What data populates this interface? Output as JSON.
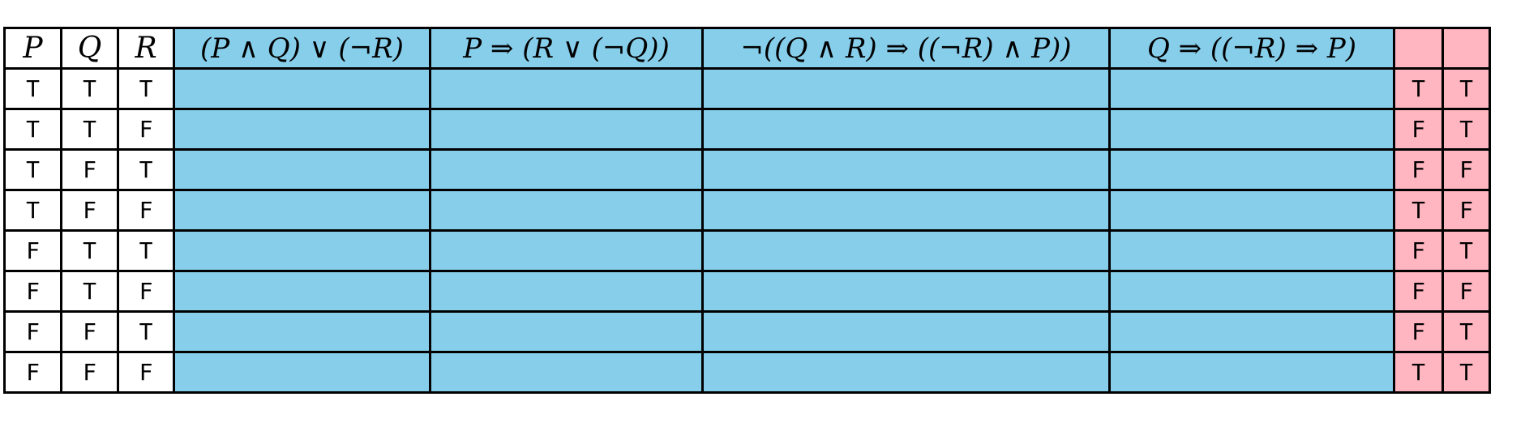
{
  "table": {
    "headers": {
      "p": "P",
      "q": "Q",
      "r": "R",
      "f1": "(P ∧ Q) ∨ (¬R)",
      "f2": "P ⇒ (R ∨ (¬Q))",
      "f3": "¬((Q ∧ R) ⇒ ((¬R) ∧ P))",
      "f4": "Q ⇒ ((¬R) ⇒ P)",
      "a1": "",
      "a2": ""
    },
    "rows": [
      {
        "p": "T",
        "q": "T",
        "r": "T",
        "a1": "T",
        "a2": "T"
      },
      {
        "p": "T",
        "q": "T",
        "r": "F",
        "a1": "F",
        "a2": "T"
      },
      {
        "p": "T",
        "q": "F",
        "r": "T",
        "a1": "F",
        "a2": "F"
      },
      {
        "p": "T",
        "q": "F",
        "r": "F",
        "a1": "T",
        "a2": "F"
      },
      {
        "p": "F",
        "q": "T",
        "r": "T",
        "a1": "F",
        "a2": "T"
      },
      {
        "p": "F",
        "q": "T",
        "r": "F",
        "a1": "F",
        "a2": "F"
      },
      {
        "p": "F",
        "q": "F",
        "r": "T",
        "a1": "F",
        "a2": "T"
      },
      {
        "p": "F",
        "q": "F",
        "r": "F",
        "a1": "T",
        "a2": "T"
      }
    ]
  },
  "colors": {
    "formula_columns": "#87ceeb",
    "answer_columns": "#ffb6c1",
    "border": "#000000"
  }
}
